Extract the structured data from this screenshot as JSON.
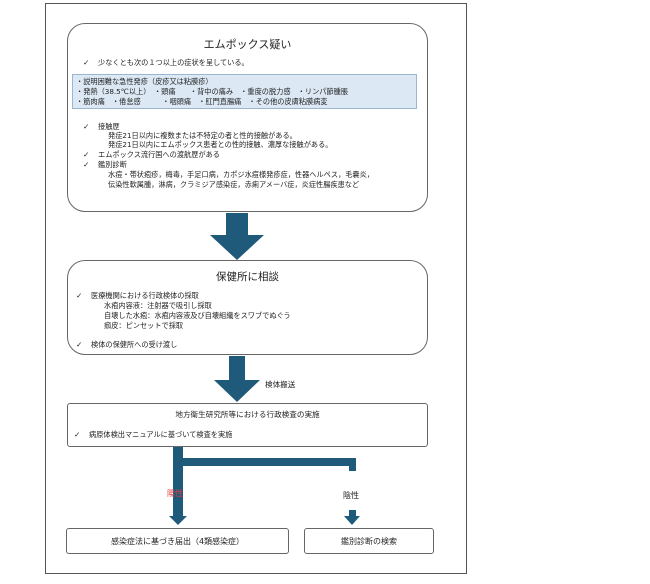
{
  "box1": {
    "title": "エムポックス疑い",
    "check_symbol": "✓",
    "criteria": "少なくとも次の１つ以上の症状を呈している。",
    "symptoms": [
      "・説明困難な急性発疹（皮疹又は粘膜疹）",
      "・発熱（38.5℃以上）　・頭痛　　・背中の痛み　・重度の脱力感　・リンパ節腫脹",
      "・筋肉痛　・倦怠感　　　・咽頭痛　・肛門直腸痛　・その他の皮膚粘膜病変"
    ],
    "contact_label": "接触歴",
    "contact_lines": [
      "発症21日以内に複数または不特定の者と性的接触がある。",
      "発症21日以内にエムポックス患者との性的接触、濃厚な接触がある。"
    ],
    "travel": "エムポックス流行国への渡航歴がある",
    "differential_label": "鑑別診断",
    "differential_lines": [
      "水痘・帯状疱疹，梅毒，手足口病，カポジ水痘様発疹症，性器ヘルペス，毛嚢炎，",
      "伝染性軟属腫，淋病，クラミジア感染症，赤痢アメーバ症，炎症性腸疾患など"
    ]
  },
  "box2": {
    "title": "保健所に相談",
    "item1": "医療機関における行政検体の採取",
    "sub_items": [
      "水疱内容液：注射器で吸引し採取",
      "自壊した水疱：水疱内容液及び自壊組織をスワブでぬぐう",
      "痂皮：ピンセットで採取"
    ],
    "item2": "検体の保健所への受け渡し"
  },
  "transport_label": "検体搬送",
  "box3": {
    "title": "地方衛生研究所等における行政検査の実施",
    "item": "病原体検出マニュアルに基づいて検査を実施"
  },
  "positive_label": "陽性",
  "negative_label": "陰性",
  "result_positive": "感染症法に基づき届出（4類感染症）",
  "result_negative": "鑑別診断の検索",
  "colors": {
    "arrow": "#1f5a7a",
    "positive": "#e23c3c",
    "shade": "#dce9f5"
  }
}
